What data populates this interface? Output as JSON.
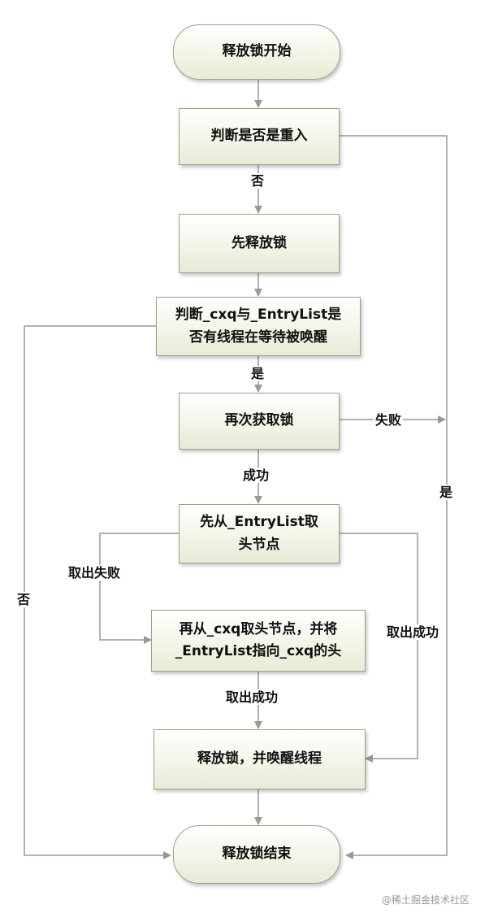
{
  "nodes": {
    "start": "释放锁开始",
    "check_reentry": "判断是否是重入",
    "release_first": "先释放锁",
    "check_waiting": "判断_cxq与_EntryList是\n否有线程在等待被唤醒",
    "reacquire": "再次获取锁",
    "take_entrylist": "先从_EntryList取\n头节点",
    "take_cxq": "再从_cxq取头节点，并将\n_EntryList指向_cxq的头",
    "release_wake": "释放锁，并唤醒线程",
    "end": "释放锁结束"
  },
  "labels": {
    "no_reentry": "否",
    "yes_waiting": "是",
    "fail_reacquire": "失败",
    "yes_reentry": "是",
    "success_reacquire": "成功",
    "fail_take": "取出失败",
    "no_waiting": "否",
    "success_take_entrylist": "取出成功",
    "success_take_cxq": "取出成功"
  },
  "watermark": "@稀土掘金技术社区",
  "colors": {
    "node_border": "#9aa383",
    "node_fill": "#eef1e2",
    "line": "#999999"
  }
}
